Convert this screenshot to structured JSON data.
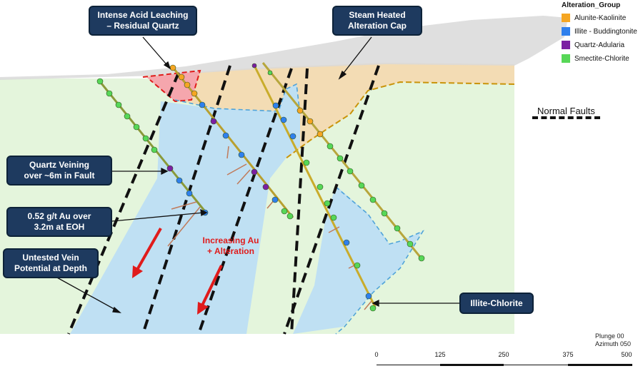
{
  "callouts": {
    "acid_leaching": [
      "Intense Acid Leaching",
      "– Residual Quartz"
    ],
    "steam_heated": [
      "Steam Heated",
      "Alteration Cap"
    ],
    "quartz_veining": [
      "Quartz Veining",
      "over ~6m in Fault"
    ],
    "assay": [
      "0.52 g/t Au over",
      "3.2m at EOH"
    ],
    "untested_vein": [
      "Untested Vein",
      "Potential at Depth"
    ],
    "illite_chlorite": "Illite-Chlorite"
  },
  "increasing_text": [
    "Increasing Au",
    "+ Alteration"
  ],
  "legend": {
    "title": "Alteration_Group",
    "items": [
      {
        "label": "Alunite-Kaolinite",
        "color": "#f5a623"
      },
      {
        "label": "Illite - Buddingtonite",
        "color": "#2f80ed"
      },
      {
        "label": "Quartz-Adularia",
        "color": "#7b1fa2"
      },
      {
        "label": "Smectite-Chlorite",
        "color": "#57d757"
      }
    ]
  },
  "fault_legend": "Normal Faults",
  "view": {
    "plunge": "Plunge 00",
    "azimuth": "Azimuth 050"
  },
  "scale": {
    "ticks": [
      "0",
      "125",
      "250",
      "375",
      "500"
    ]
  },
  "colors": {
    "smectite_bg": "#e4f5dc",
    "cap_bg": "#f3dcb4",
    "illite_zone": "#bfe0f3",
    "leach_zone": "#f5a6ad",
    "terrain": "#d9d9d9",
    "arrow_red": "#e01b1b",
    "callout_bg": "#1e3a5f"
  }
}
